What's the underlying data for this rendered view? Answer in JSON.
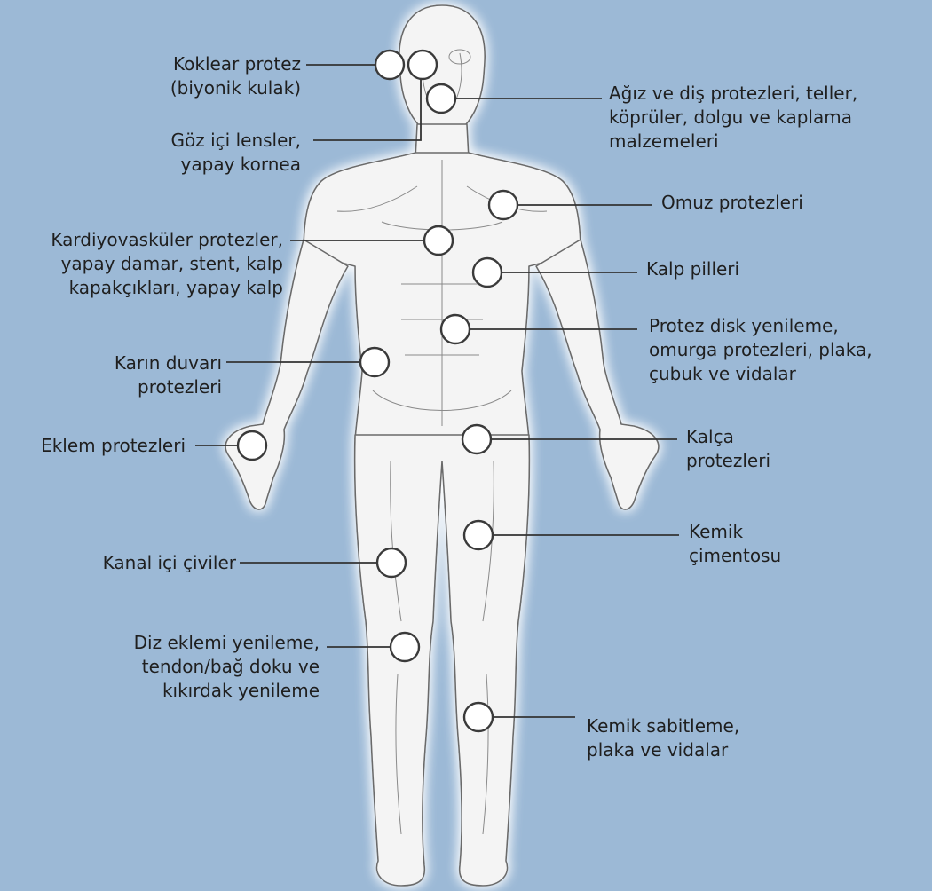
{
  "labels": {
    "koklear": [
      "Koklear protez",
      "(biyonik kulak)"
    ],
    "goz": [
      "Göz içi lensler,",
      "yapay kornea"
    ],
    "kardiyo": [
      "Kardiyovasküler protezler,",
      "yapay damar, stent, kalp",
      "kapakçıkları, yapay kalp"
    ],
    "karin": [
      "Karın duvarı",
      "protezleri"
    ],
    "eklem": [
      "Eklem protezleri"
    ],
    "kanal": [
      "Kanal içi çiviler"
    ],
    "diz": [
      "Diz eklemi yenileme,",
      "tendon/bağ doku ve",
      "kıkırdak yenileme"
    ],
    "agiz": [
      "Ağız ve diş protezleri, teller,",
      "köprüler, dolgu ve kaplama",
      "malzemeleri"
    ],
    "omuz": [
      "Omuz protezleri"
    ],
    "kalp": [
      "Kalp pilleri"
    ],
    "disk": [
      "Protez disk yenileme,",
      "omurga protezleri, plaka,",
      "çubuk ve vidalar"
    ],
    "kalca": [
      "Kalça",
      "protezleri"
    ],
    "cimento": [
      "Kemik",
      "çimentosu"
    ],
    "sabitleme": [
      "Kemik sabitleme,",
      "plaka ve vidalar"
    ]
  },
  "colors": {
    "background": "#9cb9d6",
    "body_fill": "#f4f4f4",
    "outline": "#6b6b6b",
    "glow": "#ffffff",
    "leader": "#333333"
  }
}
